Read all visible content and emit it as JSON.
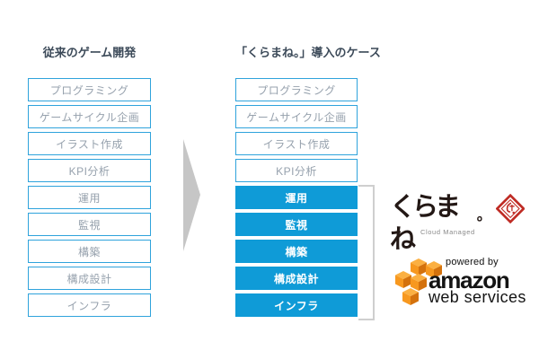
{
  "diagram": {
    "left_column": {
      "title": "従来のゲーム開発",
      "items": [
        "プログラミング",
        "ゲームサイクル企画",
        "イラスト作成",
        "KPI分析",
        "運用",
        "監視",
        "構築",
        "構成設計",
        "インフラ"
      ]
    },
    "right_column": {
      "title": "「くらまね。」導入のケース",
      "items": [
        "プログラミング",
        "ゲームサイクル企画",
        "イラスト作成",
        "KPI分析",
        "運用",
        "監視",
        "構築",
        "構成設計",
        "インフラ"
      ],
      "highlighted_items": [
        "運用",
        "監視",
        "構築",
        "構成設計",
        "インフラ"
      ]
    }
  },
  "logos": {
    "kuramane": {
      "wordmark": "くらまね",
      "period": "。",
      "subtitle": "Cloud Managed"
    },
    "aws": {
      "powered_by": "powered by",
      "name": "amazon",
      "suffix": "web services"
    }
  },
  "colors": {
    "box_border_blue": "#2fa3dc",
    "box_fill_blue": "#0f9bd7",
    "box_text_gray": "#96a1ad",
    "title_text": "#3c4a59",
    "arrow_gray": "#c6c6c6",
    "bracket_gray": "#cfcfcf",
    "seal_red": "#bf2b24",
    "aws_orange": "#f7981f",
    "logo_black": "#231815"
  }
}
